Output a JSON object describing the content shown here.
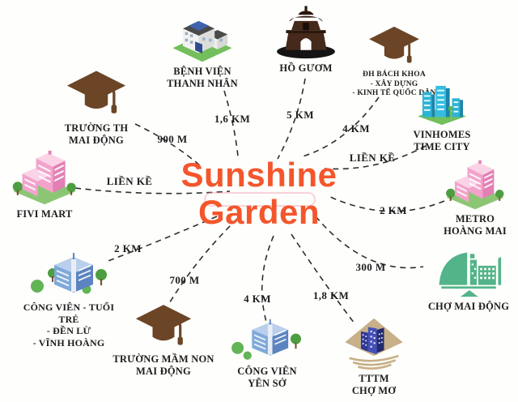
{
  "page": {
    "background": "#fefefc",
    "accent_color": "#f4562c",
    "line_color": "#2e2e2e"
  },
  "center": {
    "line1": "Sunshine",
    "line2": "Garden"
  },
  "nodes": [
    {
      "id": "truong-th-mai-dong",
      "label": "TRƯỜNG TH\nMAI ĐỘNG",
      "icon": "graduation-cap-icon",
      "distance": "900 M"
    },
    {
      "id": "benh-vien-thanh-nhan",
      "label": "BỆNH VIỆN\nTHANH NHÂN",
      "icon": "hospital-building-icon",
      "distance": "1,6 KM"
    },
    {
      "id": "ho-guom",
      "label": "HỒ GƯƠM",
      "icon": "turtle-tower-icon",
      "distance": "5 KM"
    },
    {
      "id": "dh-bach-khoa",
      "label": "ĐH BÁCH KHOA\n- XÂY DỰNG\n- KINH TẾ QUỐC DÂN",
      "icon": "graduation-cap-icon",
      "distance": "4 KM"
    },
    {
      "id": "vinhomes-time-city",
      "label": "VINHOMES\nTIME CITY",
      "icon": "highrise-towers-icon",
      "distance": "LIỀN KỀ"
    },
    {
      "id": "metro-hoang-mai",
      "label": "METRO\nHOÀNG MAI",
      "icon": "pink-building-icon",
      "distance": "2 KM"
    },
    {
      "id": "cho-mai-dong",
      "label": "CHỢ MAI ĐỘNG",
      "icon": "market-logo-icon",
      "distance": "300 M"
    },
    {
      "id": "tttm-cho-mo",
      "label": "TTTM\nCHỢ MƠ",
      "icon": "mall-logo-icon",
      "distance": "1,8 KM"
    },
    {
      "id": "cong-vien-yen-so",
      "label": "CÔNG VIÊN\nYÊN SỞ",
      "icon": "park-building-icon",
      "distance": "4 KM"
    },
    {
      "id": "truong-mam-non-mai-dong",
      "label": "TRƯỜNG MẦM NON\nMAI ĐỘNG",
      "icon": "graduation-cap-icon",
      "distance": "700 M"
    },
    {
      "id": "cong-vien-tuoi-tre",
      "label": "CÔNG VIÊN - TUỔI TRẺ\n- ĐỀN LỪ\n- VĨNH HOÀNG",
      "icon": "park-building-icon",
      "distance": "2 KM"
    },
    {
      "id": "fivi-mart",
      "label": "FIVI MART",
      "icon": "pink-building-icon",
      "distance": "LIỀN KỀ"
    }
  ],
  "connections": [
    {
      "from": "sunshine-garden",
      "to": "truong-th-mai-dong",
      "distance": "900 M"
    },
    {
      "from": "sunshine-garden",
      "to": "benh-vien-thanh-nhan",
      "distance": "1,6 KM"
    },
    {
      "from": "sunshine-garden",
      "to": "ho-guom",
      "distance": "5 KM"
    },
    {
      "from": "sunshine-garden",
      "to": "dh-bach-khoa",
      "distance": "4 KM"
    },
    {
      "from": "sunshine-garden",
      "to": "vinhomes-time-city",
      "distance": "LIỀN KỀ"
    },
    {
      "from": "sunshine-garden",
      "to": "metro-hoang-mai",
      "distance": "2 KM"
    },
    {
      "from": "sunshine-garden",
      "to": "cho-mai-dong",
      "distance": "300 M"
    },
    {
      "from": "sunshine-garden",
      "to": "tttm-cho-mo",
      "distance": "1,8 KM"
    },
    {
      "from": "sunshine-garden",
      "to": "cong-vien-yen-so",
      "distance": "4 KM"
    },
    {
      "from": "sunshine-garden",
      "to": "truong-mam-non-mai-dong",
      "distance": "700 M"
    },
    {
      "from": "sunshine-garden",
      "to": "cong-vien-tuoi-tre",
      "distance": "2 KM"
    },
    {
      "from": "sunshine-garden",
      "to": "fivi-mart",
      "distance": "LIỀN KỀ"
    }
  ],
  "icon_colors": {
    "graduation_cap": "#6b4526",
    "pink_building": "#f3a3cb",
    "blue_building": "#7fa9d8",
    "teal_towers": "#2db3d6",
    "green_logo": "#53b489",
    "tan_logo": "#c8b088",
    "grass_base": "#72bf5c"
  }
}
